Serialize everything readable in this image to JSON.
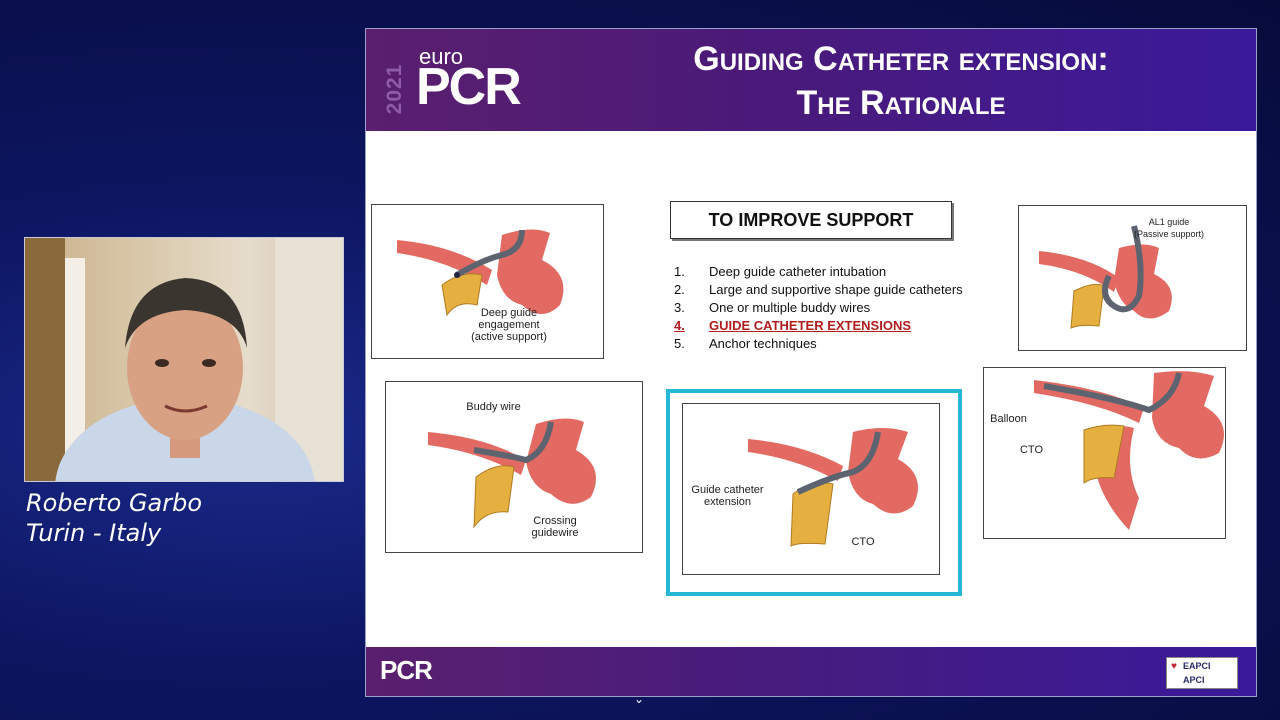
{
  "speaker": {
    "name": "Roberto Garbo",
    "location": "Turin - Italy"
  },
  "slide": {
    "logo": {
      "year": "2021",
      "euro": "euro",
      "pcr": "PCR"
    },
    "title_line1": "Guiding Catheter extension:",
    "title_line2": "The Rationale",
    "support_heading": "TO IMPROVE SUPPORT",
    "list": [
      {
        "num": "1.",
        "text": "Deep guide catheter intubation"
      },
      {
        "num": "2.",
        "text": "Large and supportive shape guide catheters"
      },
      {
        "num": "3.",
        "text": "One or multiple buddy wires"
      },
      {
        "num": "4.",
        "text": "GUIDE CATHETER EXTENSIONS"
      },
      {
        "num": "5.",
        "text": "Anchor techniques"
      }
    ],
    "figures": {
      "deep_guide": "Deep guide engagement (active support)",
      "buddy_wire": "Buddy wire",
      "crossing_guidewire": "Crossing guidewire",
      "guide_ext": "Guide catheter extension",
      "cto_center": "CTO",
      "al1_guide": "AL1 guide",
      "passive_support": "(Passive support)",
      "balloon": "Balloon",
      "cto_right": "CTO"
    },
    "footer": {
      "pcr": "PCR",
      "eapci1": "EAPCI",
      "eapci2": "APCI"
    }
  },
  "colors": {
    "highlight": "#27b7d6",
    "list_highlight": "#b31d1d",
    "header": "#4a1a7a"
  }
}
